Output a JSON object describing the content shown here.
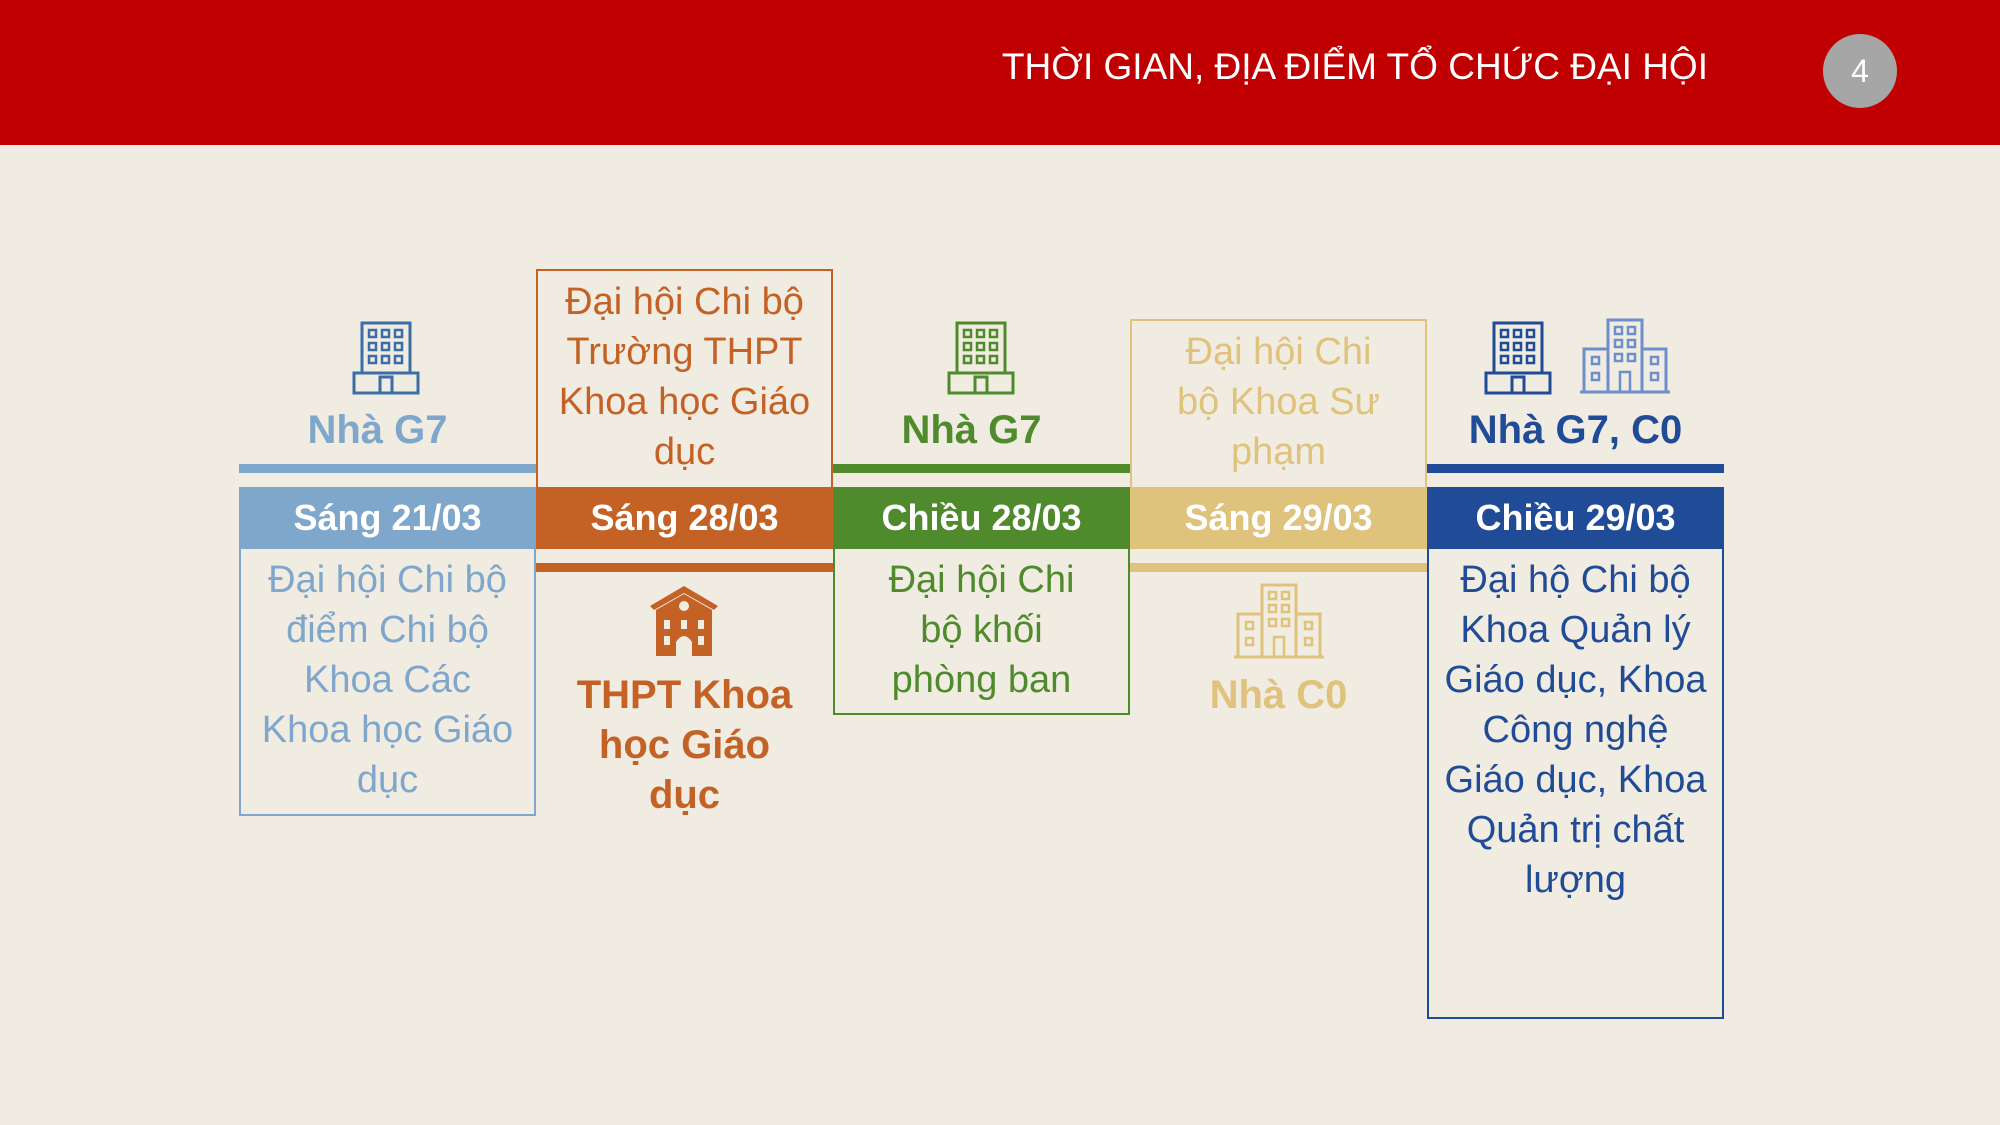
{
  "header": {
    "title": "THỜI GIAN, ĐỊA ĐIỂM TỔ CHỨC ĐẠI HỘI",
    "page_number": "4"
  },
  "colors": {
    "header": "#C00000",
    "c1": "#7FA6CB",
    "c2": "#C46125",
    "c3": "#4F8A2D",
    "c4": "#DFC27C",
    "c5": "#204C97"
  },
  "events": [
    {
      "date": "Sáng 21/03",
      "location": "Nhà G7",
      "description": "Đại hội Chi bộ điểm Chi bộ Khoa Các Khoa học Giáo dục",
      "location_icon": "office-building-icon"
    },
    {
      "date": "Sáng 28/03",
      "location": "THPT Khoa học Giáo dục",
      "description": "Đại hội Chi bộ Trường THPT Khoa học Giáo dục",
      "location_icon": "school-icon"
    },
    {
      "date": "Chiều 28/03",
      "location": "Nhà G7",
      "description": "Đại hội Chi bộ khối phòng ban",
      "location_icon": "office-building-icon"
    },
    {
      "date": "Sáng 29/03",
      "location": "Nhà C0",
      "description": "Đại hội Chi bộ Khoa Sư phạm",
      "location_icon": "city-buildings-icon"
    },
    {
      "date": "Chiều 29/03",
      "location": "Nhà G7, C0",
      "description": "Đại hộ Chi bộ Khoa Quản lý Giáo dục, Khoa Công nghệ Giáo dục, Khoa Quản trị chất lượng",
      "location_icon": "office-building-icon"
    }
  ]
}
